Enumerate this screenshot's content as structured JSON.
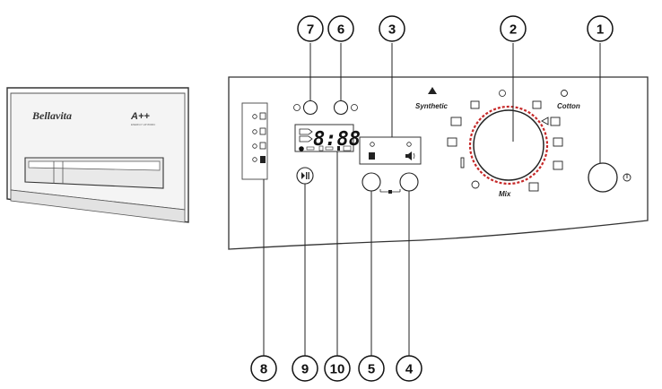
{
  "drawer": {
    "brand": "Bellavita",
    "energy_class": "A++",
    "fine_print": "ENERGY HP 8000C"
  },
  "callouts": [
    "1",
    "2",
    "3",
    "4",
    "5",
    "6",
    "7",
    "8",
    "9",
    "10"
  ],
  "display": {
    "digits": "8:88"
  },
  "program_labels": {
    "synthetic": "Synthetic",
    "cotton": "Cotton",
    "mix": "Mix"
  },
  "colors": {
    "line": "#333333",
    "drawer_fill": "#f2f2f2",
    "display_fill": "#ffffff",
    "dial_red": "#c62828"
  }
}
